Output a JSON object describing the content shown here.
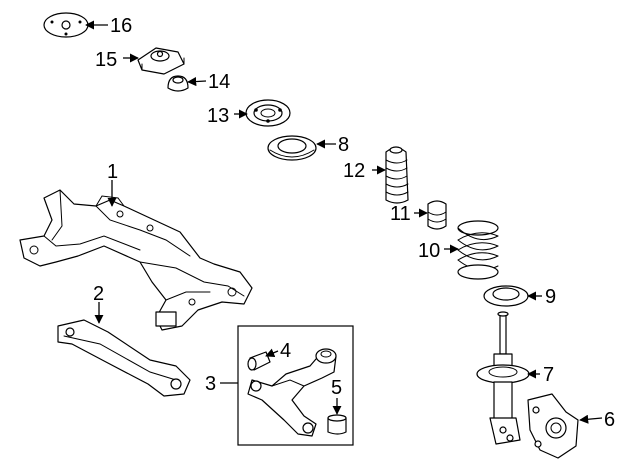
{
  "callouts": [
    {
      "id": "16",
      "text": "16"
    },
    {
      "id": "15",
      "text": "15"
    },
    {
      "id": "14",
      "text": "14"
    },
    {
      "id": "13",
      "text": "13"
    },
    {
      "id": "8",
      "text": "8"
    },
    {
      "id": "12",
      "text": "12"
    },
    {
      "id": "1",
      "text": "1"
    },
    {
      "id": "11",
      "text": "11"
    },
    {
      "id": "10",
      "text": "10"
    },
    {
      "id": "2",
      "text": "2"
    },
    {
      "id": "9",
      "text": "9"
    },
    {
      "id": "4",
      "text": "4"
    },
    {
      "id": "7",
      "text": "7"
    },
    {
      "id": "3",
      "text": "3"
    },
    {
      "id": "5",
      "text": "5"
    },
    {
      "id": "6",
      "text": "6"
    }
  ]
}
